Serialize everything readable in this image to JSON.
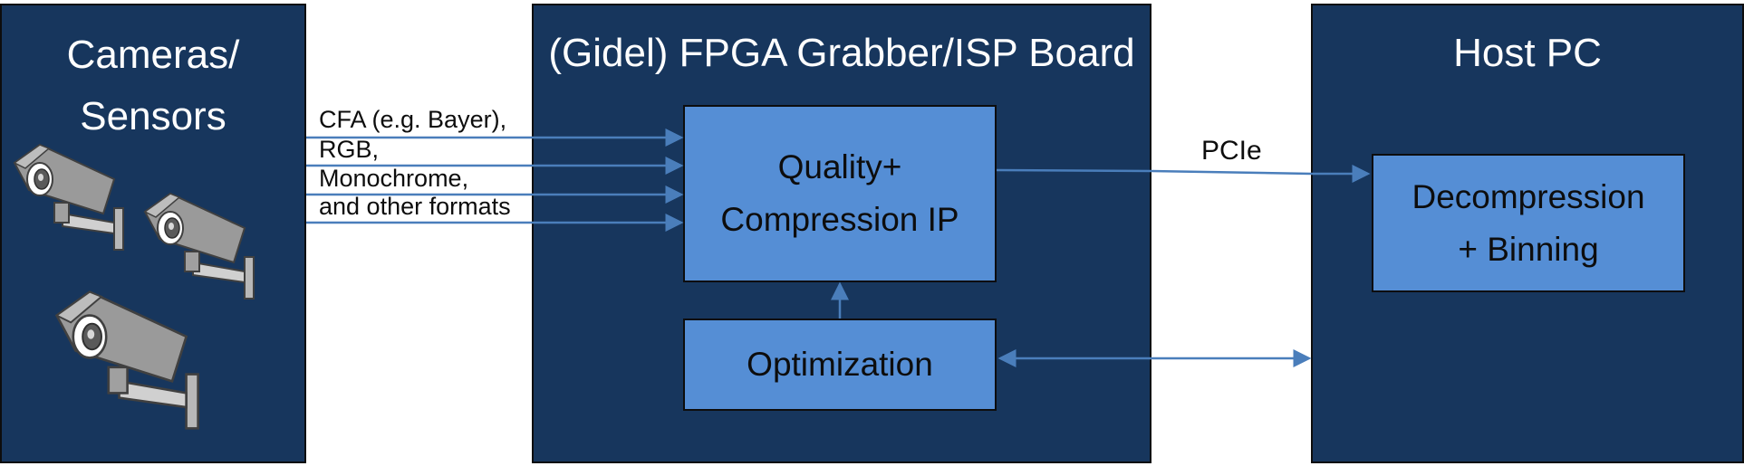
{
  "panels": {
    "cameras": {
      "title_line1": "Cameras/",
      "title_line2": "Sensors"
    },
    "fpga": {
      "title": "(Gidel) FPGA Grabber/ISP Board"
    },
    "host": {
      "title": "Host PC"
    }
  },
  "boxes": {
    "quality": {
      "line1": "Quality+",
      "line2": "Compression IP"
    },
    "optimization": {
      "label": "Optimization"
    },
    "decompression": {
      "line1": "Decompression",
      "line2": "+ Binning"
    }
  },
  "input_formats": [
    "CFA (e.g. Bayer),",
    "RGB,",
    "Monochrome,",
    "and other formats"
  ],
  "links": {
    "pcie": "PCIe"
  },
  "icons": [
    "security-camera-icon",
    "security-camera-icon",
    "security-camera-icon"
  ],
  "colors": {
    "panel": "#17365d",
    "box": "#558ed5",
    "arrow": "#4a7ebb"
  }
}
